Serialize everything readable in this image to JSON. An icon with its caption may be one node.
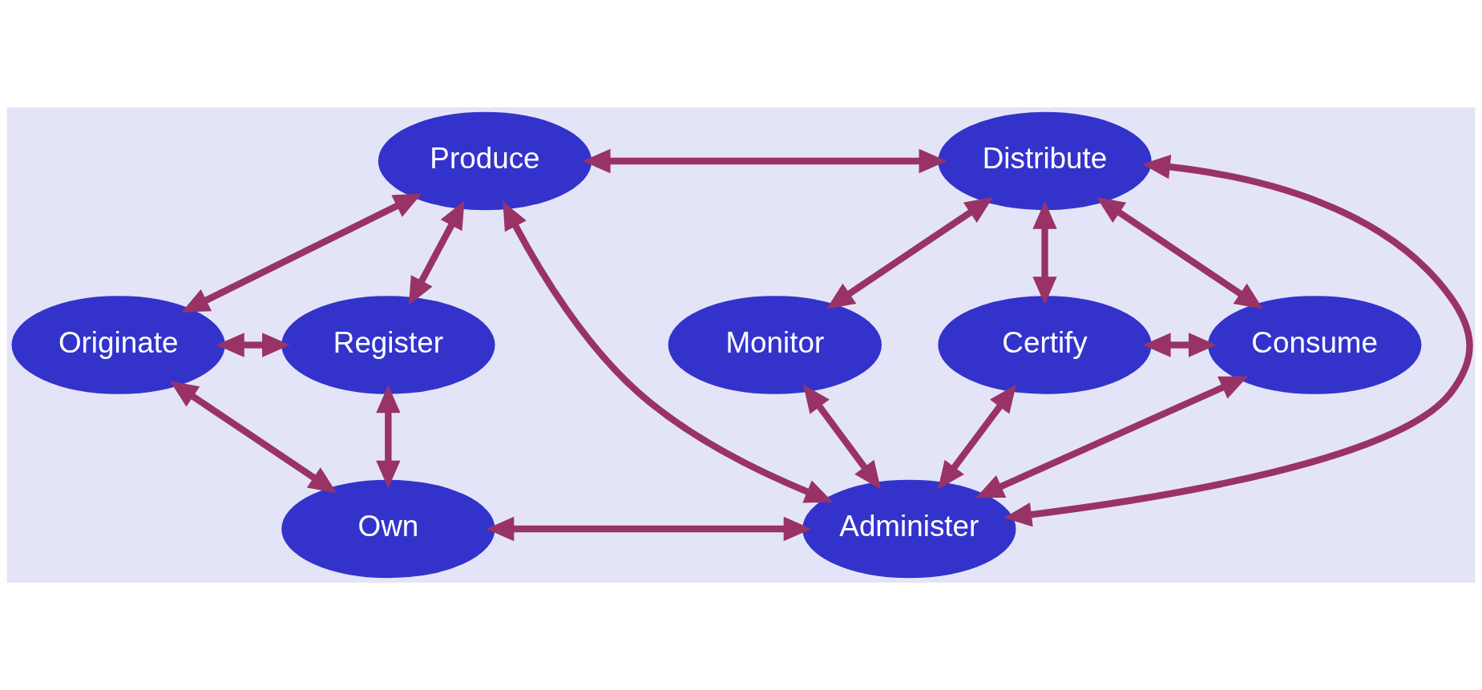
{
  "diagram": {
    "nodes": [
      {
        "text": [
          "Produce"
        ]
      },
      {
        "text": [
          "Distribute"
        ]
      },
      {
        "text": [
          "Originate"
        ]
      },
      {
        "text": [
          "Register"
        ]
      },
      {
        "text": [
          "Monitor"
        ]
      },
      {
        "text": [
          "Certify"
        ]
      },
      {
        "text": [
          "Consume"
        ]
      },
      {
        "text": [
          "Own"
        ]
      },
      {
        "text": [
          "Administer"
        ]
      }
    ],
    "edges": [
      {
        "from": 2,
        "to": 0,
        "arrow": "both"
      },
      {
        "from": 0,
        "to": 1,
        "arrow": "both"
      },
      {
        "from": 1,
        "to": 6,
        "arrow": "both"
      },
      {
        "from": 2,
        "to": 3,
        "arrow": "both"
      },
      {
        "from": 0,
        "to": 3,
        "arrow": "both"
      },
      {
        "from": 1,
        "to": 4,
        "arrow": "both"
      },
      {
        "from": 1,
        "to": 5,
        "arrow": "both"
      },
      {
        "from": 2,
        "to": 7,
        "arrow": "both"
      },
      {
        "from": 7,
        "to": 3,
        "arrow": "both"
      },
      {
        "from": 0,
        "to": 8,
        "arrow": "both"
      },
      {
        "from": 1,
        "to": 8,
        "arrow": "both"
      },
      {
        "from": 4,
        "to": 8,
        "arrow": "both"
      },
      {
        "from": 5,
        "to": 6,
        "arrow": "both"
      },
      {
        "from": 5,
        "to": 8,
        "arrow": "both"
      },
      {
        "from": 6,
        "to": 8,
        "arrow": "both"
      },
      {
        "from": 7,
        "to": 8,
        "arrow": "both"
      }
    ]
  }
}
